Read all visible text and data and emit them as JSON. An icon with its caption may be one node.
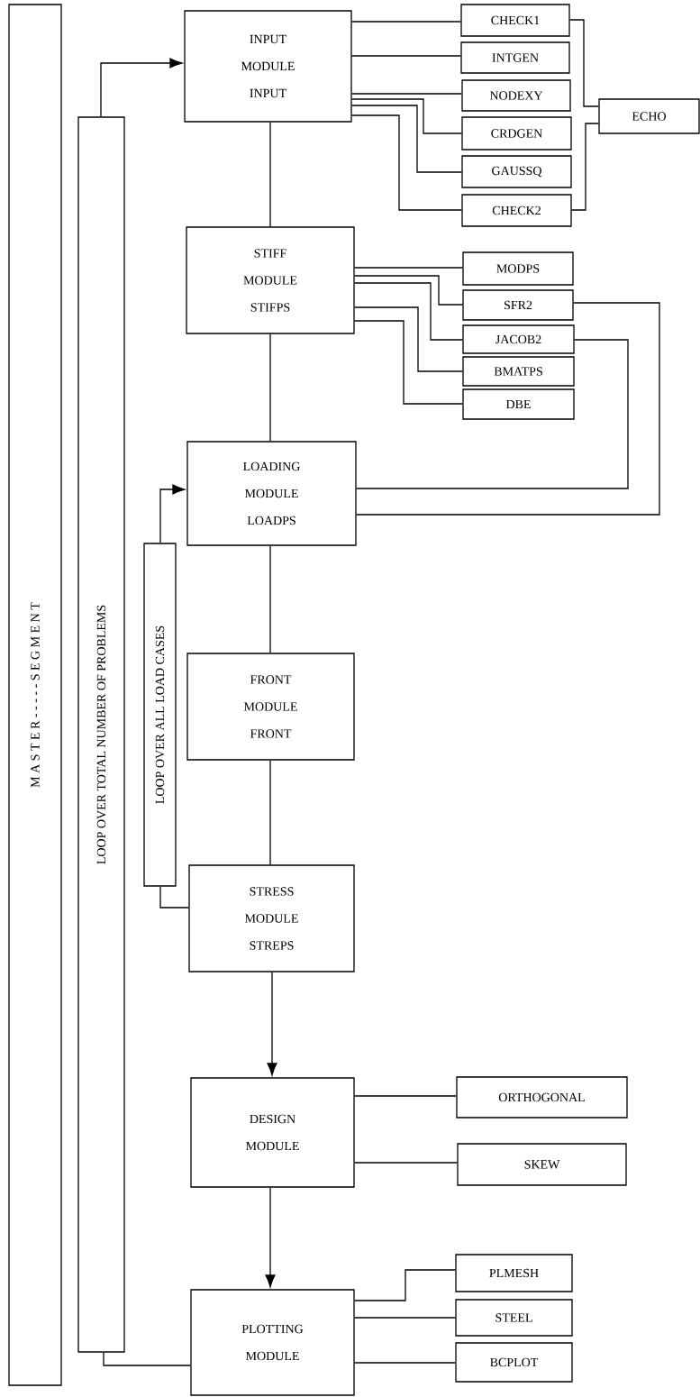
{
  "diagram": {
    "nodes": [
      {
        "text": [
          "M A S T E R - - - - - S E G M E N T"
        ]
      },
      {
        "text": [
          "LOOP OVER TOTAL NUMBER OF PROBLEMS"
        ]
      },
      {
        "text": [
          "LOOP OVER ALL LOAD CASES"
        ]
      },
      {
        "text": [
          "INPUT MODULE",
          "INPUT"
        ]
      },
      {
        "text": [
          "CHECK1"
        ]
      },
      {
        "text": [
          "INTGEN"
        ]
      },
      {
        "text": [
          "NODEXY"
        ]
      },
      {
        "text": [
          "CRDGEN"
        ]
      },
      {
        "text": [
          "GAUSSQ"
        ]
      },
      {
        "text": [
          "CHECK2"
        ]
      },
      {
        "text": [
          "ECHO"
        ]
      },
      {
        "text": [
          "STIFF MODULE",
          "STIFPS"
        ]
      },
      {
        "text": [
          "MODPS"
        ]
      },
      {
        "text": [
          "SFR2"
        ]
      },
      {
        "text": [
          "JACOB2"
        ]
      },
      {
        "text": [
          "BMATPS"
        ]
      },
      {
        "text": [
          "DBE"
        ]
      },
      {
        "text": [
          "LOADING MODULE",
          "LOADPS"
        ]
      },
      {
        "text": [
          "FRONT MODULE",
          "FRONT"
        ]
      },
      {
        "text": [
          "STRESS MODULE",
          "STREPS"
        ]
      },
      {
        "text": [
          "DESIGN MODULE"
        ]
      },
      {
        "text": [
          "ORTHOGONAL"
        ]
      },
      {
        "text": [
          "SKEW"
        ]
      },
      {
        "text": [
          "PLOTTING MODULE"
        ]
      },
      {
        "text": [
          "PLMESH"
        ]
      },
      {
        "text": [
          "STEEL"
        ]
      },
      {
        "text": [
          "BCPLOT"
        ]
      }
    ],
    "edges": [
      {
        "from": 1,
        "to": 3,
        "arrow": "to"
      },
      {
        "from": 1,
        "to": 23,
        "arrow": "none"
      },
      {
        "from": 2,
        "to": 17,
        "arrow": "to"
      },
      {
        "from": 19,
        "to": 2,
        "arrow": "none"
      },
      {
        "from": 3,
        "to": 11,
        "arrow": "none"
      },
      {
        "from": 11,
        "to": 17,
        "arrow": "none"
      },
      {
        "from": 17,
        "to": 18,
        "arrow": "none"
      },
      {
        "from": 18,
        "to": 19,
        "arrow": "none"
      },
      {
        "from": 19,
        "to": 20,
        "arrow": "to"
      },
      {
        "from": 20,
        "to": 23,
        "arrow": "to"
      },
      {
        "from": 3,
        "to": 4,
        "arrow": "none"
      },
      {
        "from": 3,
        "to": 5,
        "arrow": "none"
      },
      {
        "from": 3,
        "to": 6,
        "arrow": "none"
      },
      {
        "from": 3,
        "to": 7,
        "arrow": "none"
      },
      {
        "from": 3,
        "to": 8,
        "arrow": "none"
      },
      {
        "from": 3,
        "to": 9,
        "arrow": "none"
      },
      {
        "from": 4,
        "to": 10,
        "arrow": "none"
      },
      {
        "from": 9,
        "to": 10,
        "arrow": "none"
      },
      {
        "from": 11,
        "to": 12,
        "arrow": "none"
      },
      {
        "from": 11,
        "to": 13,
        "arrow": "none"
      },
      {
        "from": 11,
        "to": 14,
        "arrow": "none"
      },
      {
        "from": 11,
        "to": 15,
        "arrow": "none"
      },
      {
        "from": 11,
        "to": 16,
        "arrow": "none"
      },
      {
        "from": 13,
        "to": 17,
        "arrow": "none"
      },
      {
        "from": 14,
        "to": 17,
        "arrow": "none"
      },
      {
        "from": 20,
        "to": 21,
        "arrow": "none"
      },
      {
        "from": 20,
        "to": 22,
        "arrow": "none"
      },
      {
        "from": 23,
        "to": 24,
        "arrow": "none"
      },
      {
        "from": 23,
        "to": 25,
        "arrow": "none"
      },
      {
        "from": 23,
        "to": 26,
        "arrow": "none"
      }
    ]
  }
}
